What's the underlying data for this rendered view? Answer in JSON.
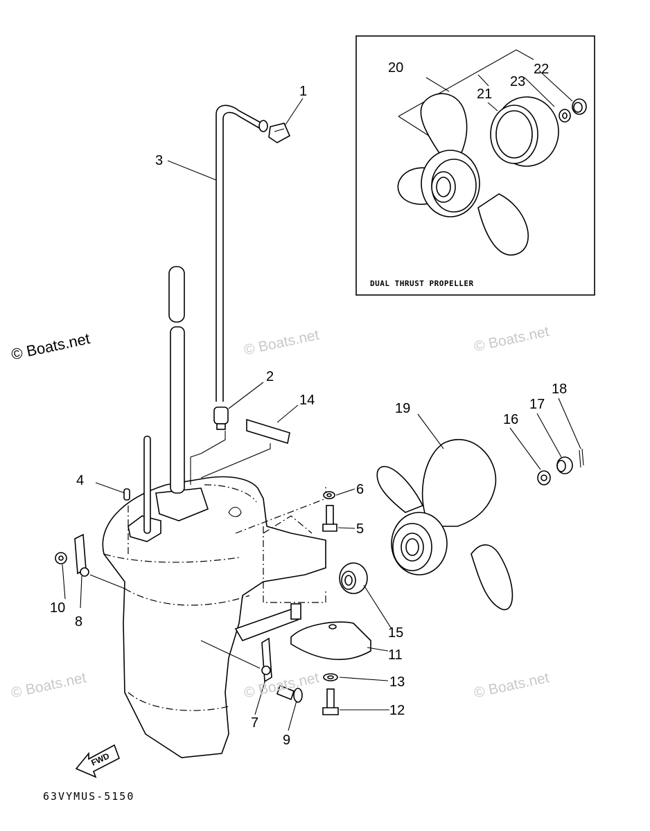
{
  "watermarks": [
    {
      "text": "© Boats.net"
    },
    {
      "text": "© Boats.net"
    },
    {
      "text": "© Boats.net"
    },
    {
      "text": "© Boats.net"
    },
    {
      "text": "© Boats.net"
    },
    {
      "text": "© Boats.net"
    }
  ],
  "inset": {
    "title": "DUAL THRUST PROPELLER"
  },
  "footer": {
    "code": "63VYMUS-5150"
  },
  "fwd_label": "FWD",
  "parts": {
    "p1": "1",
    "p2": "2",
    "p3": "3",
    "p4": "4",
    "p5": "5",
    "p6": "6",
    "p7": "7",
    "p8": "8",
    "p9": "9",
    "p10": "10",
    "p11": "11",
    "p12": "12",
    "p13": "13",
    "p14": "14",
    "p15": "15",
    "p16": "16",
    "p17": "17",
    "p18": "18",
    "p19": "19",
    "p20": "20",
    "p21": "21",
    "p22": "22",
    "p23": "23"
  }
}
